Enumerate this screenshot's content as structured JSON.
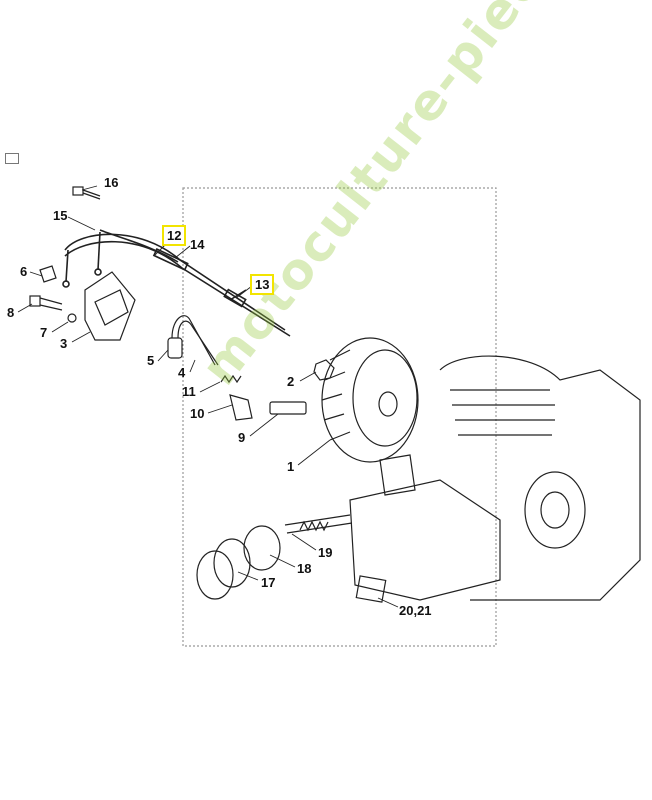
{
  "diagram": {
    "callouts": [
      {
        "id": "16",
        "label": "16",
        "boxed": false
      },
      {
        "id": "15",
        "label": "15",
        "boxed": false
      },
      {
        "id": "12",
        "label": "12",
        "boxed": true
      },
      {
        "id": "14",
        "label": "14",
        "boxed": false
      },
      {
        "id": "13",
        "label": "13",
        "boxed": true
      },
      {
        "id": "6",
        "label": "6",
        "boxed": false
      },
      {
        "id": "8",
        "label": "8",
        "boxed": false
      },
      {
        "id": "7",
        "label": "7",
        "boxed": false
      },
      {
        "id": "3",
        "label": "3",
        "boxed": false
      },
      {
        "id": "5",
        "label": "5",
        "boxed": false
      },
      {
        "id": "4",
        "label": "4",
        "boxed": false
      },
      {
        "id": "11",
        "label": "11",
        "boxed": false
      },
      {
        "id": "2",
        "label": "2",
        "boxed": false
      },
      {
        "id": "10",
        "label": "10",
        "boxed": false
      },
      {
        "id": "9",
        "label": "9",
        "boxed": false
      },
      {
        "id": "1",
        "label": "1",
        "boxed": false
      },
      {
        "id": "19",
        "label": "19",
        "boxed": false
      },
      {
        "id": "18",
        "label": "18",
        "boxed": false
      },
      {
        "id": "17",
        "label": "17",
        "boxed": false
      },
      {
        "id": "20_21",
        "label": "20,21",
        "boxed": false
      }
    ],
    "highlight_color": "#f2e400",
    "watermark": "motoculture-pieces.com",
    "watermark_color": "#9bc83c"
  }
}
